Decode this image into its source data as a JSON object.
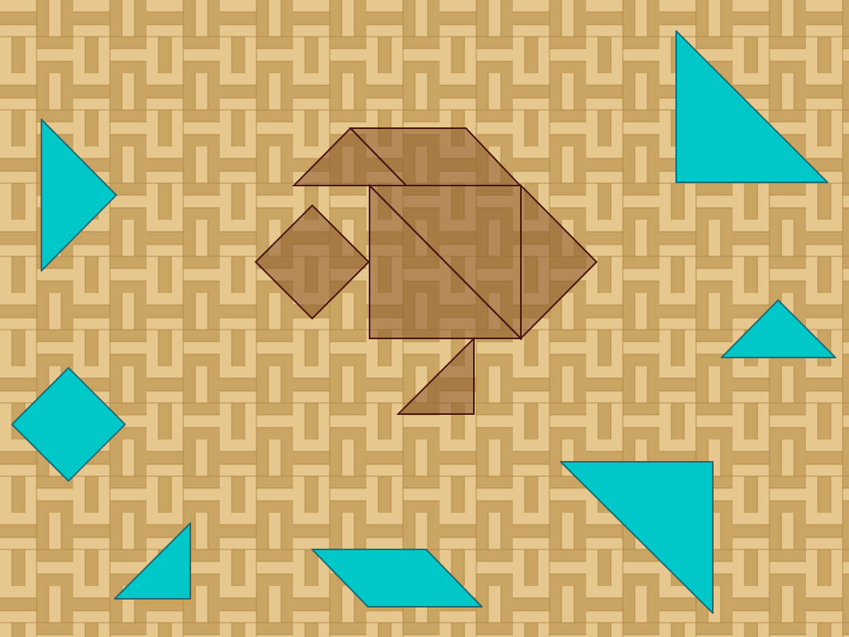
{
  "game": {
    "type": "tangram",
    "colors": {
      "background": "#d9b97c",
      "weave_light": "#e6c88e",
      "weave_dark": "#c9a463",
      "weave_line": "#b58c4a",
      "piece_fill": "#00c8c8",
      "piece_stroke": "#1f6d73",
      "silhouette_fill": "#8b5a2b",
      "silhouette_stroke": "#4a1410"
    },
    "target_silhouette": {
      "shape": "bird",
      "pieces": [
        "large-triangle",
        "large-triangle",
        "medium-triangle",
        "small-triangle",
        "small-triangle",
        "square",
        "parallelogram"
      ]
    },
    "loose_pieces": [
      {
        "kind": "large-triangle"
      },
      {
        "kind": "large-triangle"
      },
      {
        "kind": "medium-triangle"
      },
      {
        "kind": "small-triangle"
      },
      {
        "kind": "small-triangle"
      },
      {
        "kind": "square"
      },
      {
        "kind": "parallelogram"
      }
    ]
  }
}
